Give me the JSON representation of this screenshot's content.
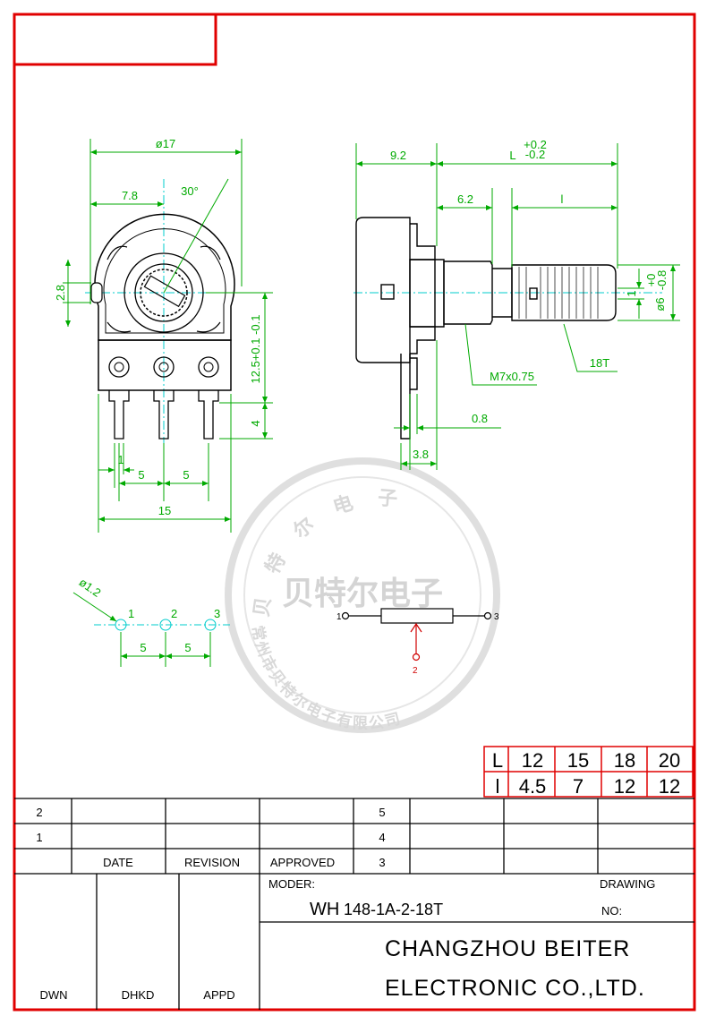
{
  "colors": {
    "frame": "#e00000",
    "outline": "#000000",
    "dimension": "#00aa00",
    "centerline": "#00cccc",
    "watermark": "#d8d8d8"
  },
  "front_view": {
    "dia_label": "ø17",
    "offset_label": "7.8",
    "angle_label": "30°",
    "slot_label": "2.8",
    "height_label": "12.5+0.1 -0.1",
    "pin_len_label": "4",
    "pin_w_label": "1",
    "pitch1_label": "5",
    "pitch2_label": "5",
    "width_label": "15"
  },
  "side_view": {
    "body_label": "9.2",
    "length_label": "L",
    "length_tol_upper": "+0.2",
    "length_tol_lower": "-0.2",
    "bush_label": "6.2",
    "knurl_label": "l",
    "thread_label": "M7x0.75",
    "shaft_label": "18T",
    "plate_label": "0.8",
    "pin_offset_label": "3.8",
    "shaft_dia_label": "ø6",
    "shaft_dia_tol_upper": "+0",
    "shaft_dia_tol_lower": "-0.8",
    "flat_label": "1"
  },
  "hole_pattern": {
    "hole_dia_label": "ø1.2",
    "pins": [
      "1",
      "2",
      "3"
    ],
    "pitch1_label": "5",
    "pitch2_label": "5"
  },
  "schematic": {
    "pin1": "1",
    "pin2": "2",
    "pin3": "3"
  },
  "watermark": {
    "center_text": "贝特尔电子",
    "ring_top": "贝 特 尔 电 子",
    "ring_bottom": "常州市贝特尔电子有限公司"
  },
  "size_table": {
    "row_l": [
      "L",
      "12",
      "15",
      "18",
      "20"
    ],
    "row_i": [
      "l",
      "4.5",
      "7",
      "12",
      "12"
    ]
  },
  "title_block": {
    "rev_rows": [
      "2",
      "1"
    ],
    "col_date": "DATE",
    "col_revision": "REVISION",
    "col_approved": "APPROVED",
    "right_nums": [
      "5",
      "4",
      "3"
    ],
    "moder_label": "MODER:",
    "model_prefix": "WH",
    "model_number": "148-1A-2-18T",
    "drawing_label": "DRAWING",
    "no_label": "NO:",
    "company_line1": "CHANGZHOU BEITER",
    "company_line2": "ELECTRONIC CO.,LTD.",
    "dwn": "DWN",
    "dhkd": "DHKD",
    "appd": "APPD"
  }
}
